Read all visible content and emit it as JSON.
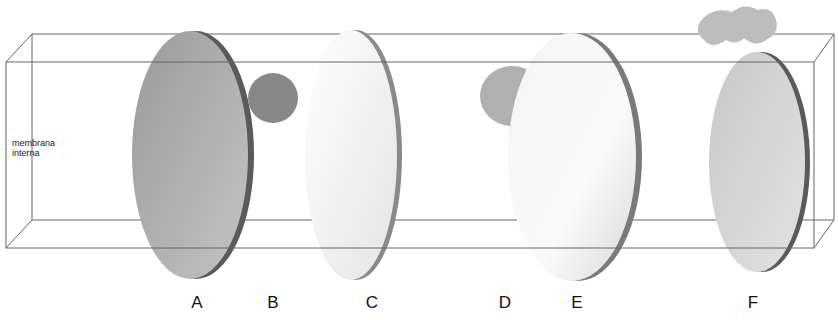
{
  "diagram": {
    "nodes": [
      {
        "text": [
          "membrana interna"
        ]
      }
    ],
    "labels": [
      "A",
      "B",
      "C",
      "D",
      "E",
      "F"
    ]
  }
}
